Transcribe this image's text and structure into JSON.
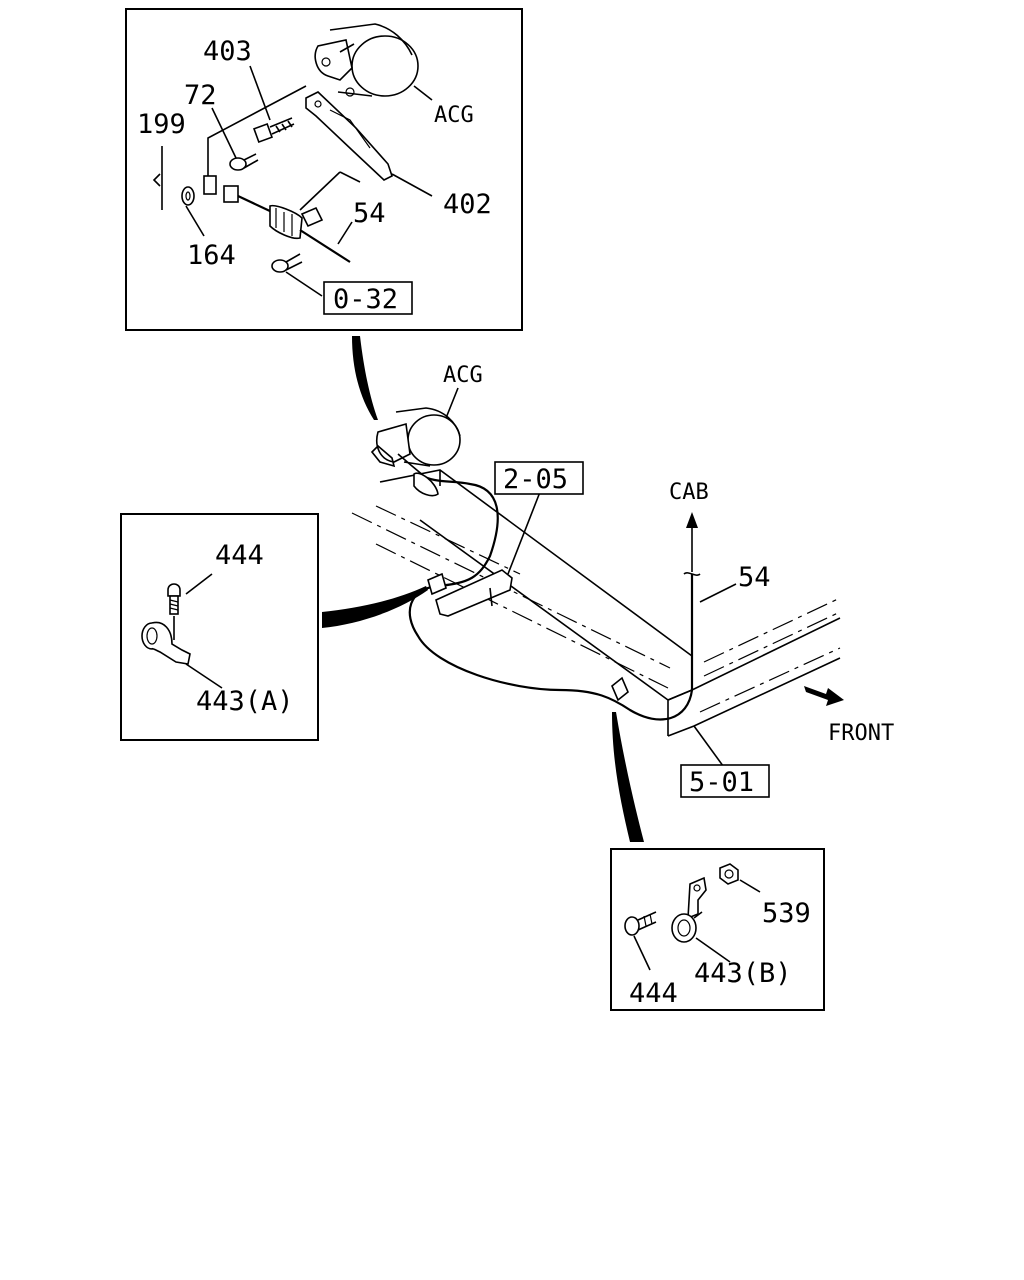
{
  "labels": {
    "top_detail": {
      "p403": "403",
      "p72": "72",
      "p199": "199",
      "acg": "ACG",
      "p402": "402",
      "p54": "54",
      "p164": "164",
      "ref_0_32": "0-32"
    },
    "main": {
      "acg": "ACG",
      "ref_2_05": "2-05",
      "cab": "CAB",
      "p54": "54",
      "front": "FRONT",
      "ref_5_01": "5-01"
    },
    "left_detail": {
      "p444": "444",
      "p443a": "443(A)"
    },
    "bottom_detail": {
      "p539": "539",
      "p443b": "443(B)",
      "p444": "444"
    }
  }
}
